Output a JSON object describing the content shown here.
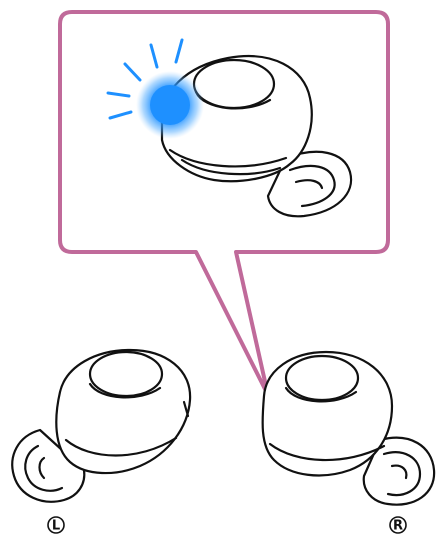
{
  "colors": {
    "callout_border": "#c06a9a",
    "indicator_glow": "#1e90ff",
    "indicator_rays": "#1e90ff",
    "line_art": "#111111"
  },
  "earbuds": {
    "left": {
      "side_label": "L",
      "icon": "left-earbud-icon"
    },
    "right": {
      "side_label": "R",
      "icon": "right-earbud-icon"
    }
  },
  "callout": {
    "icon": "earbud-closeup-icon",
    "indicator_state": "lit",
    "indicator_color_name": "blue"
  }
}
